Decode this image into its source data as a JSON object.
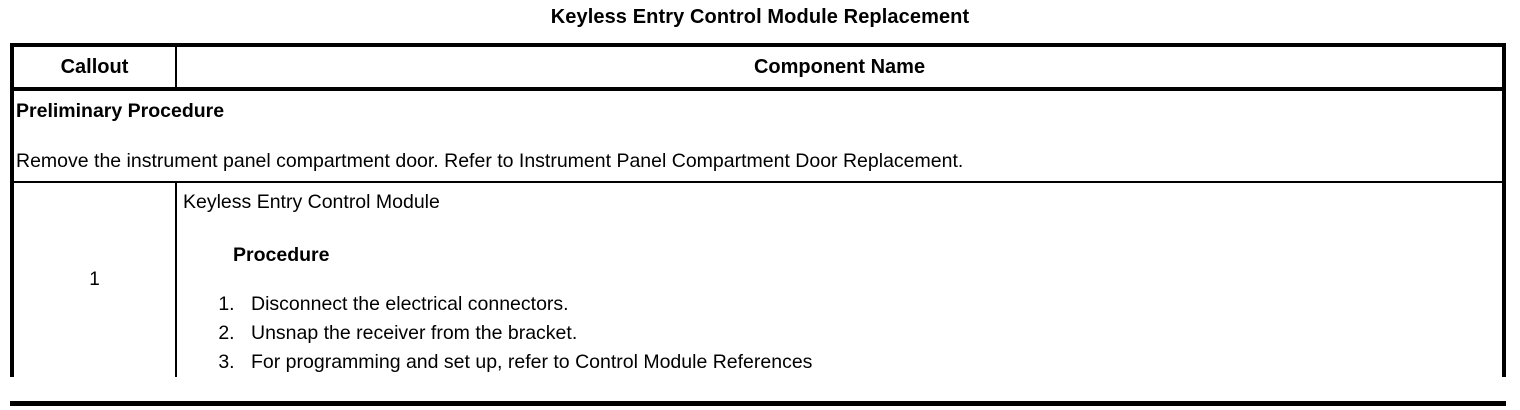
{
  "document": {
    "title": "Keyless Entry Control Module Replacement"
  },
  "table": {
    "headers": {
      "callout": "Callout",
      "component_name": "Component Name"
    },
    "preliminary": {
      "heading": "Preliminary Procedure",
      "text": "Remove the instrument panel compartment door. Refer to Instrument Panel Compartment Door Replacement."
    },
    "rows": [
      {
        "callout": "1",
        "component_name": "Keyless Entry Control Module",
        "sub_heading": "Procedure",
        "steps": [
          "Disconnect the electrical connectors.",
          "Unsnap the receiver from the bracket.",
          "For programming and set up, refer to Control Module References"
        ]
      }
    ]
  },
  "colors": {
    "background": "#ffffff",
    "text": "#000000",
    "border": "#000000"
  }
}
